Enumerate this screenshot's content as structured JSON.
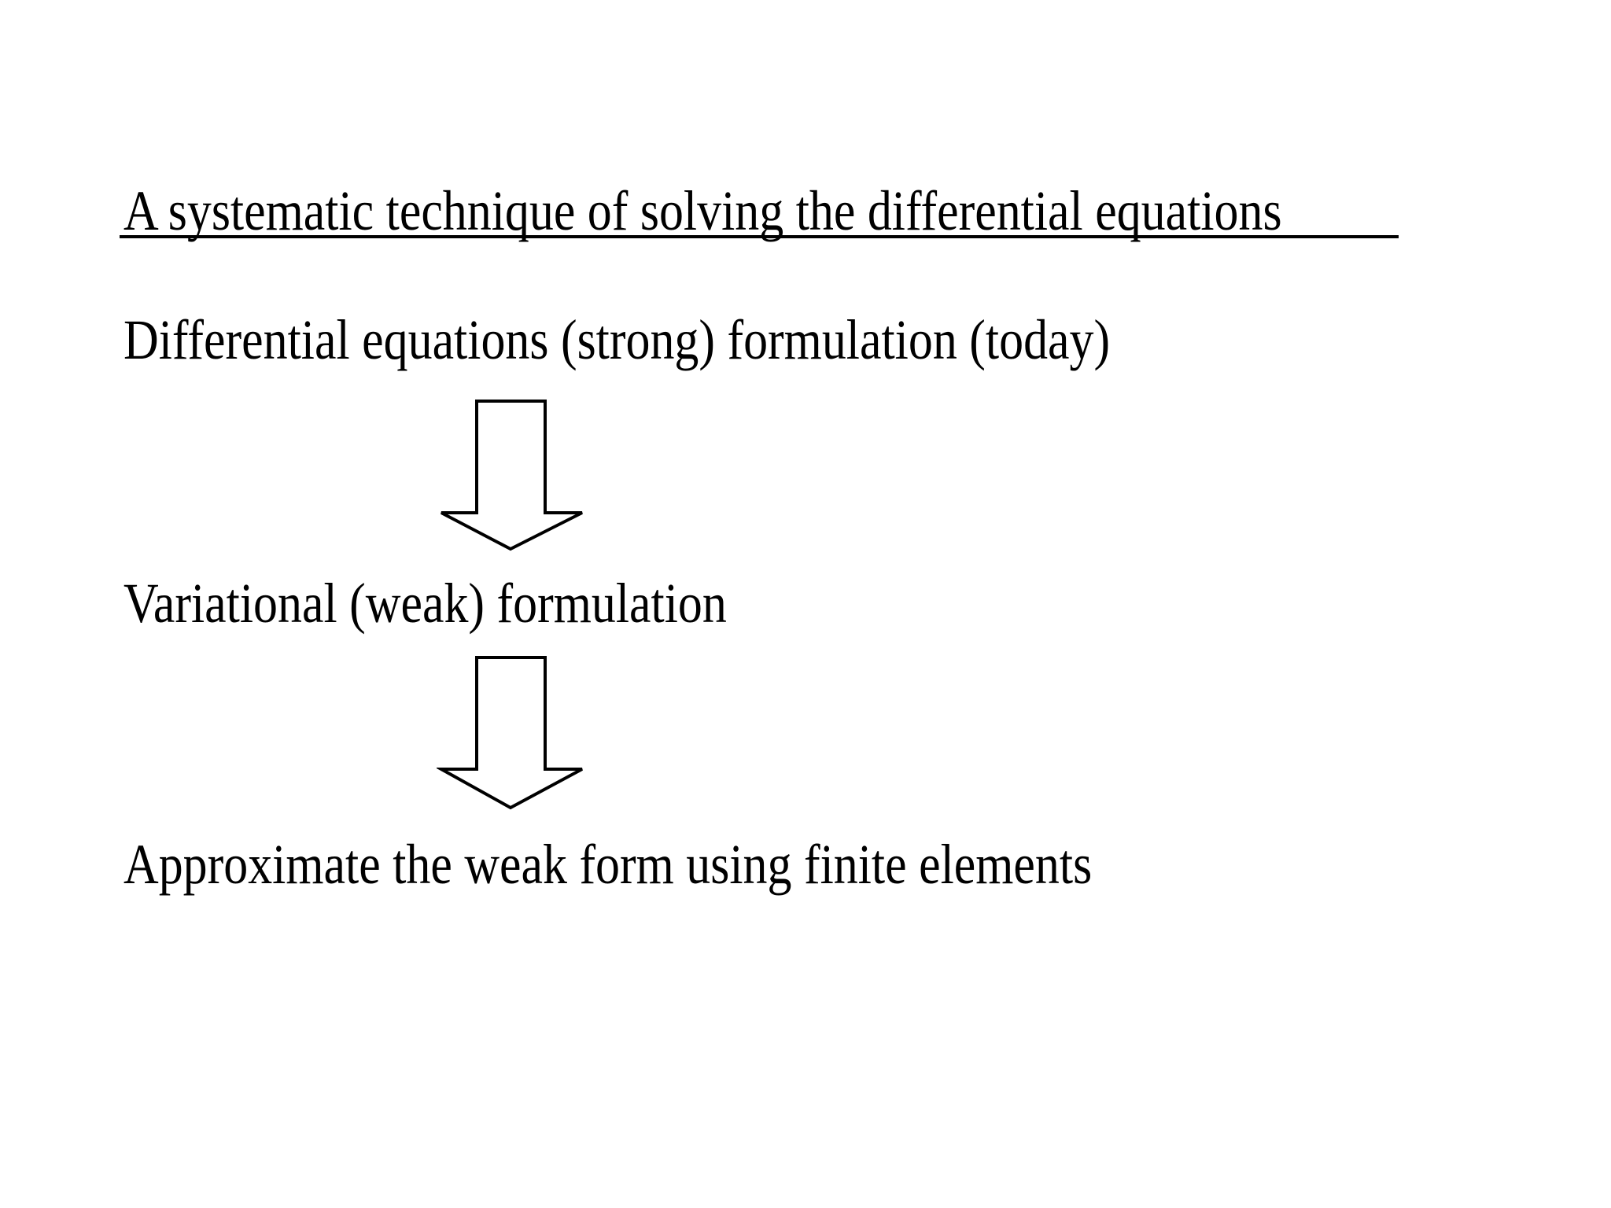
{
  "slide": {
    "background_color": "#ffffff",
    "text_color": "#000000",
    "title": "A systematic technique of solving the differential equations",
    "title_underlined": true,
    "steps": [
      {
        "label": "Differential equations (strong) formulation (today)"
      },
      {
        "label": "Variational (weak) formulation"
      },
      {
        "label": "Approximate the weak form using finite elements"
      }
    ],
    "connectors": [
      {
        "name": "down-arrow-1",
        "direction": "down",
        "style": "hollow-outline",
        "stroke_color": "#000000",
        "fill_color": "#ffffff"
      },
      {
        "name": "down-arrow-2",
        "direction": "down",
        "style": "hollow-outline",
        "stroke_color": "#000000",
        "fill_color": "#ffffff"
      }
    ]
  }
}
